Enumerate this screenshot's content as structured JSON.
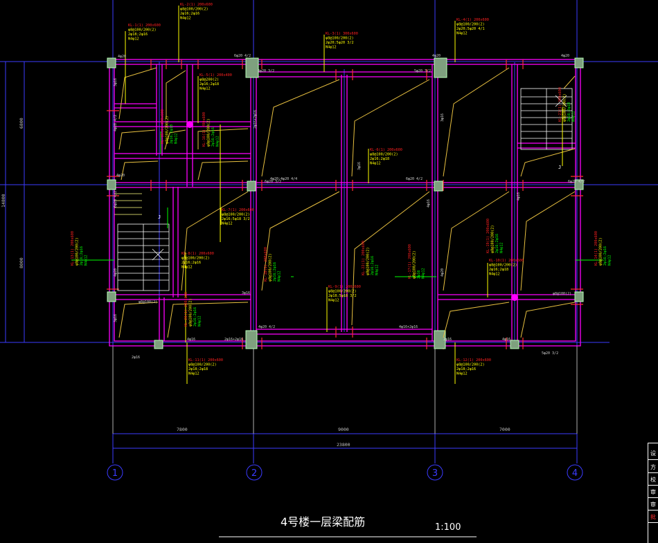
{
  "title": "4号楼一层梁配筋",
  "scale": "1:100",
  "colors": {
    "background": "#000000",
    "beam": "#ff00ff",
    "grid": "#3b3bff",
    "leader": "#ffff00",
    "label_red": "#ff2020",
    "label_green": "#00ff00",
    "column": "#88aa88",
    "text": "#c8c8c8"
  },
  "axes": [
    {
      "id": "axis-1",
      "label": "1"
    },
    {
      "id": "axis-2",
      "label": "2"
    },
    {
      "id": "axis-3",
      "label": "3"
    },
    {
      "id": "axis-4",
      "label": "4"
    }
  ],
  "dimensions": {
    "bays": [
      "7800",
      "9000",
      "7000"
    ],
    "total": "23800",
    "left_upper": "6800",
    "left_lower": "8000",
    "left_total": "14800"
  },
  "beam_tags": [
    {
      "id": "kl1",
      "lines": [
        "KL-1(1) 200x600",
        "φ8@100/200(2)",
        "2φ18;2φ16",
        "N4φ12"
      ]
    },
    {
      "id": "kl2",
      "lines": [
        "KL-2(1) 200x600",
        "φ8@100/200(2)",
        "2φ16;2φ16",
        "N4φ12"
      ]
    },
    {
      "id": "kl3",
      "lines": [
        "KL-3(1) 300x600",
        "φ8@100/200(2)",
        "2φ20;5φ20 3/2",
        "N4φ12"
      ]
    },
    {
      "id": "kl4",
      "lines": [
        "KL-4(1) 200x600",
        "φ8@100/200(2)",
        "2φ20;5φ20 4/1",
        "N4φ12"
      ]
    },
    {
      "id": "kl5",
      "lines": [
        "KL-5(1) 200x400",
        "φ8@200(2)",
        "2φ16;2φ18",
        "N4φ12"
      ]
    },
    {
      "id": "kl6",
      "lines": [
        "KL-6(1) 200x600",
        "φ8@100/200(2)",
        "2φ16;2φ18",
        "N4φ12"
      ]
    },
    {
      "id": "kl7",
      "lines": [
        "KL-7(1) 200x600",
        "φ8@100/200(2)",
        "2φ16;5φ18 3/2",
        "N4φ12"
      ]
    },
    {
      "id": "kl8",
      "lines": [
        "KL-8(1) 200x600",
        "φ8@100/200(2)",
        "2φ16;2φ16",
        "N4φ12"
      ]
    },
    {
      "id": "kl9",
      "lines": [
        "KL-9(1) 200x600",
        "φ8@100/200(2)",
        "2φ18;5φ18 3/2",
        "N4φ12"
      ]
    },
    {
      "id": "kl10",
      "lines": [
        "KL-10(1) 200x600",
        "φ8@100/200(2)",
        "2φ16;2φ18",
        "N4φ12"
      ]
    },
    {
      "id": "kl11",
      "lines": [
        "KL-11(1) 200x600",
        "φ8@100/200(2)",
        "2φ18;2φ18",
        "N4φ12"
      ]
    },
    {
      "id": "kl12",
      "lines": [
        "KL-12(1) 200x600",
        "φ8@100/200(2)",
        "2φ18;2φ16",
        "N4φ12"
      ]
    },
    {
      "id": "kl13",
      "lines": [
        "KL-13(1) 200x600",
        "φ8@100/200(2)",
        "2φ16;2φ16",
        "N4φ12"
      ]
    },
    {
      "id": "kl14",
      "lines": [
        "KL-14(1) 200x600",
        "φ8@100/200(2)",
        "2φ16;2φ16",
        "N4φ12"
      ]
    },
    {
      "id": "kl15",
      "lines": [
        "KL-15(1) 200x600",
        "φ8@100/200(2)",
        "2φ16;2φ18",
        "N4φ12"
      ]
    },
    {
      "id": "kl16",
      "lines": [
        "KL-16(1) 200x600",
        "φ8@100/200(2)",
        "2φ16;2φ16",
        "N4φ12"
      ]
    },
    {
      "id": "kl17",
      "lines": [
        "KL-17(1) 200x600",
        "φ8@100/200(2)",
        "2φ16",
        "N4φ12"
      ]
    },
    {
      "id": "kl18",
      "lines": [
        "KL-18(1) 200x600",
        "φ8@100/200(2)",
        "2φ16;2φ16",
        "N4φ12"
      ]
    },
    {
      "id": "kl19",
      "lines": [
        "KL-19(1) 200x600",
        "φ8@100/200(2)",
        "2φ16;2φ16",
        "N4φ12"
      ]
    },
    {
      "id": "kl20",
      "lines": [
        "KL-20(1) 200x600",
        "φ8@100/200(2)",
        "2φ16;2φ16",
        "N4φ12"
      ]
    },
    {
      "id": "kl21",
      "lines": [
        "KL-21(1) 200x600",
        "φ8@100/200(2)",
        "2φ16;2φ18",
        "N4φ12"
      ]
    },
    {
      "id": "kl22",
      "lines": [
        "KL-22(1) 200x600",
        "φ8@100/200(2)",
        "2φ16;2φ16",
        "N4φ12"
      ]
    }
  ],
  "rebar_labels": [
    {
      "id": "r1",
      "text": "4φ20"
    },
    {
      "id": "r2",
      "text": "6φ20 4/2"
    },
    {
      "id": "r3",
      "text": "4φ20 3/2"
    },
    {
      "id": "r4",
      "text": "5φ20 3/2"
    },
    {
      "id": "r5",
      "text": "4φ20"
    },
    {
      "id": "r6",
      "text": "4φ20"
    },
    {
      "id": "r7",
      "text": "3φ16"
    },
    {
      "id": "r8",
      "text": "4φ20 4/2"
    },
    {
      "id": "r9",
      "text": "4φ20"
    },
    {
      "id": "r10",
      "text": "6φ20 3/2"
    },
    {
      "id": "r11",
      "text": "4φ20;4φ20 4/4"
    },
    {
      "id": "r12",
      "text": "6φ20 4/2"
    },
    {
      "id": "r13",
      "text": "6φ20 4/2"
    },
    {
      "id": "r14",
      "text": "4φ20"
    },
    {
      "id": "r15",
      "text": "3φ16"
    },
    {
      "id": "r16",
      "text": "3φ16"
    },
    {
      "id": "r17",
      "text": "2φ16"
    },
    {
      "id": "r18",
      "text": "4φ16"
    },
    {
      "id": "r19",
      "text": "2φ16+2φ16"
    },
    {
      "id": "r20",
      "text": "4φ20 4/2"
    },
    {
      "id": "r21",
      "text": "4φ16+2φ16"
    },
    {
      "id": "r22",
      "text": "4φ16"
    },
    {
      "id": "r23",
      "text": "5φ20 3/2"
    },
    {
      "id": "r24",
      "text": "2φ16"
    },
    {
      "id": "r25",
      "text": "φ8@100(2)"
    },
    {
      "id": "r26",
      "text": "φ8@100(2)"
    },
    {
      "id": "r27",
      "text": "6φ20 4/2"
    },
    {
      "id": "r28",
      "text": "3φ16"
    },
    {
      "id": "r29",
      "text": "2φ16+2φ16"
    },
    {
      "id": "r30",
      "text": "3φ16"
    },
    {
      "id": "r31",
      "text": "4φ16"
    },
    {
      "id": "r32",
      "text": "4φ16"
    },
    {
      "id": "r33",
      "text": "4φ20"
    }
  ],
  "misc_labels": [
    {
      "id": "stair1",
      "text": "J"
    },
    {
      "id": "stair2",
      "text": "J"
    }
  ],
  "title_block_marks": [
    "设",
    "方",
    "校",
    "审",
    "审",
    "批"
  ]
}
